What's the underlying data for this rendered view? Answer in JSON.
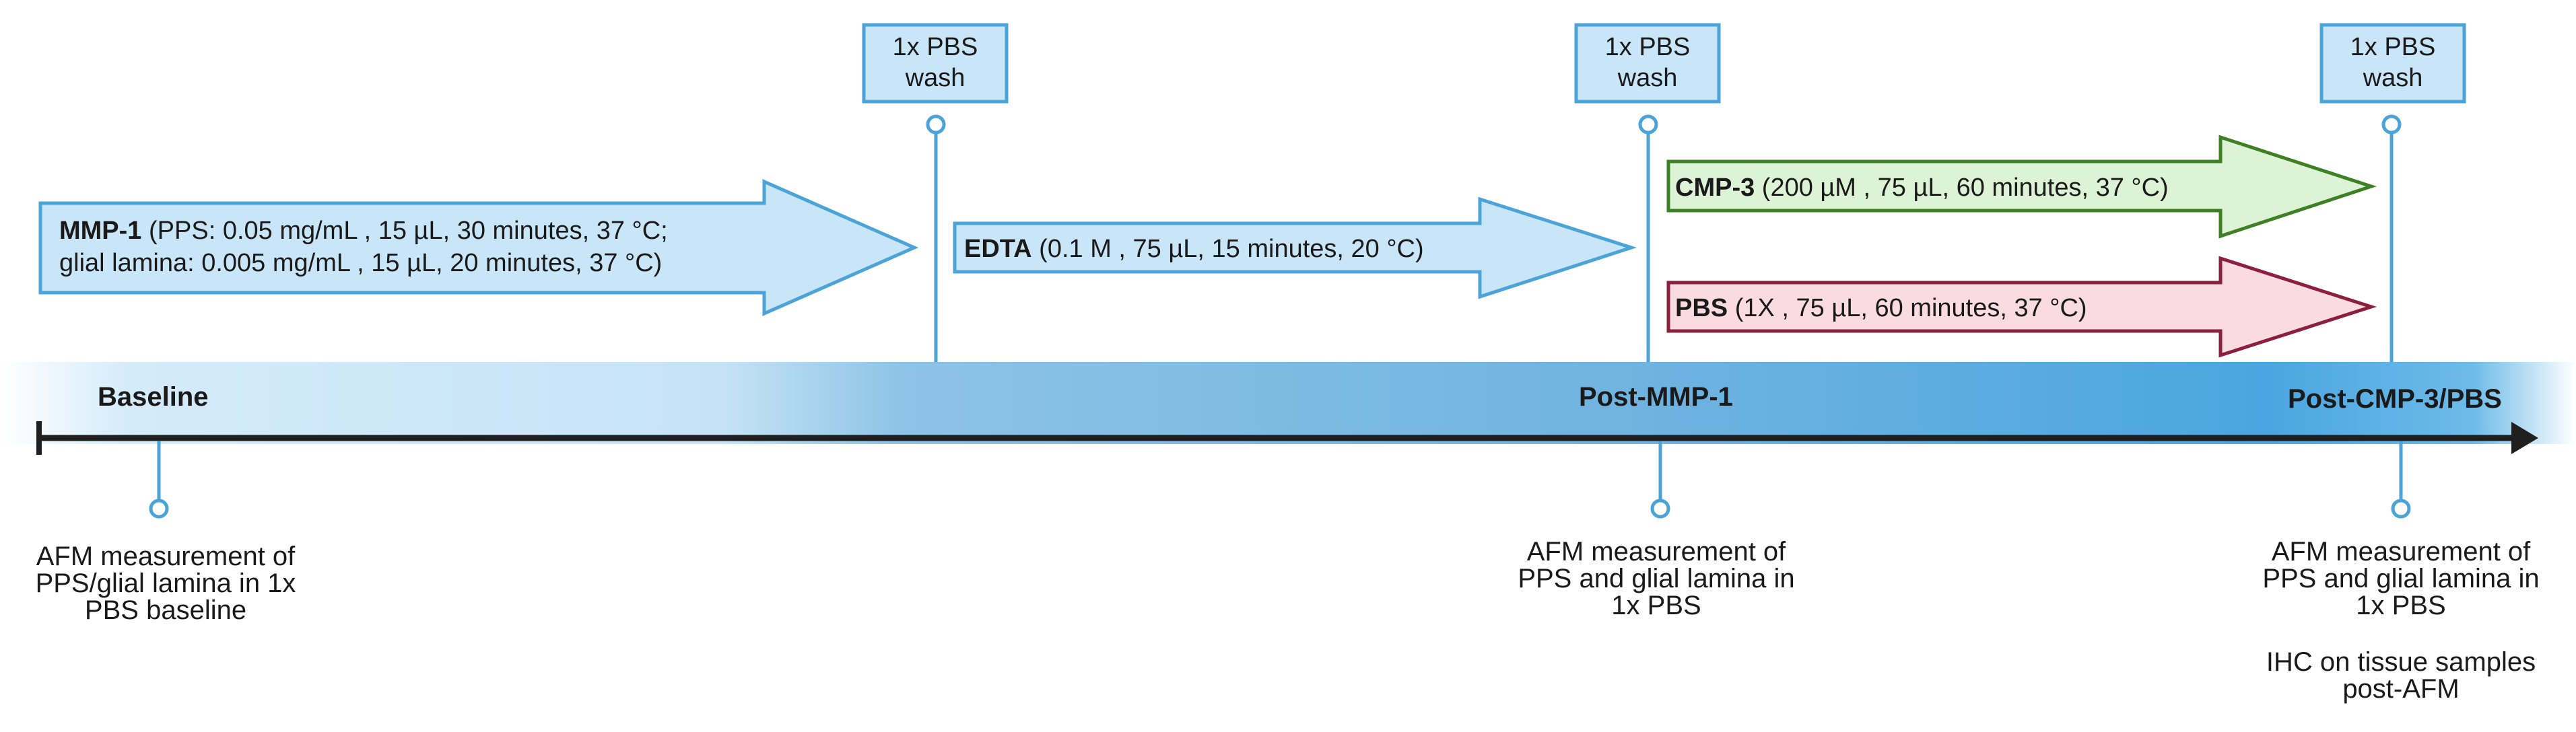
{
  "wash_label": [
    "1x PBS",
    "wash"
  ],
  "treatments": {
    "mmp1": {
      "name": "MMP-1",
      "line1_rest": " (PPS: 0.05 mg/mL , 15 µL, 30 minutes, 37 °C;",
      "line2": "glial lamina: 0.005 mg/mL , 15 µL, 20 minutes, 37 °C)"
    },
    "edta": {
      "name": "EDTA",
      "rest": " (0.1 M , 75 µL, 15 minutes, 20 °C)"
    },
    "cmp3": {
      "name": "CMP-3",
      "rest": " (200 µM , 75 µL, 60 minutes, 37 °C)"
    },
    "pbs": {
      "name": "PBS",
      "rest": " (1X , 75 µL, 60 minutes, 37 °C)"
    }
  },
  "timeline": {
    "baseline": "Baseline",
    "post_mmp1": "Post-MMP-1",
    "post_cmp3": "Post-CMP-3/PBS"
  },
  "annotations": {
    "baseline": [
      "AFM measurement of",
      "PPS/glial lamina in 1x",
      "PBS baseline"
    ],
    "post_mmp1": [
      "AFM measurement of",
      "PPS and glial lamina in",
      "1x PBS"
    ],
    "post_cmp3": [
      "AFM measurement of",
      "PPS and glial lamina in",
      "1x PBS"
    ],
    "post_cmp3_extra": [
      "IHC on tissue samples",
      "post-AFM"
    ]
  },
  "colors": {
    "blue_fill": "#c9e6f8",
    "blue_stroke": "#4ba3d8",
    "green_fill": "#ddf3d6",
    "green_stroke": "#3f7f25",
    "pink_fill": "#fadbe2",
    "pink_stroke": "#8b1f3f",
    "axis": "#1f1f1f"
  }
}
